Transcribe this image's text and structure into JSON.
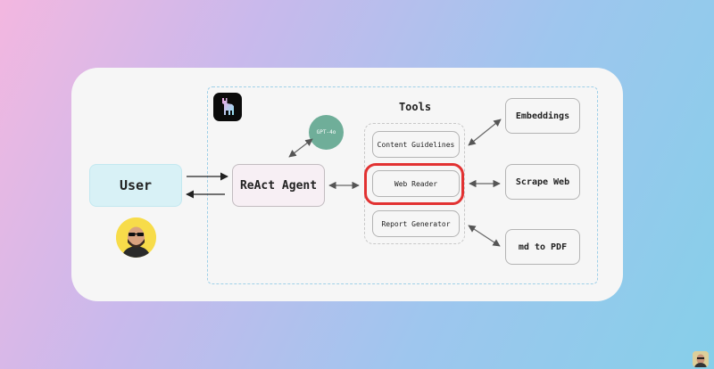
{
  "diagram": {
    "tools_title": "Tools",
    "user": {
      "label": "User"
    },
    "agent": {
      "label": "ReAct Agent"
    },
    "model": {
      "label": "GPT-4o"
    },
    "tools": [
      {
        "label": "Content Guidelines"
      },
      {
        "label": "Web Reader"
      },
      {
        "label": "Report Generator"
      }
    ],
    "services": [
      {
        "label": "Embeddings"
      },
      {
        "label": "Scrape Web"
      },
      {
        "label": "md to PDF"
      }
    ],
    "highlight_color": "#e23232",
    "icons": {
      "logo": "llama-logo-icon",
      "user_avatar": "user-avatar-icon"
    }
  }
}
